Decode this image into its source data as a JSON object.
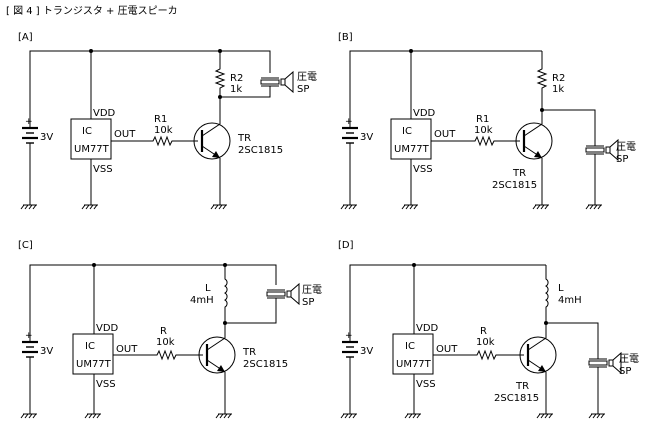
{
  "figure_title": "[ 図 4 ] トランジスタ + 圧電スピーカ",
  "circuits": [
    {
      "label": "[A]",
      "battery": "3V",
      "ic": {
        "name": "IC",
        "part": "UM77T",
        "vdd": "VDD",
        "out": "OUT",
        "vss": "VSS"
      },
      "base_resistor": {
        "name": "R1",
        "value": "10k"
      },
      "collector_resistor": {
        "name": "R2",
        "value": "1k"
      },
      "transistor": {
        "name": "TR",
        "part": "2SC1815"
      },
      "speaker": {
        "line1": "圧電",
        "line2": "SP"
      }
    },
    {
      "label": "[B]",
      "battery": "3V",
      "ic": {
        "name": "IC",
        "part": "UM77T",
        "vdd": "VDD",
        "out": "OUT",
        "vss": "VSS"
      },
      "base_resistor": {
        "name": "R1",
        "value": "10k"
      },
      "collector_resistor": {
        "name": "R2",
        "value": "1k"
      },
      "transistor": {
        "name": "TR",
        "part": "2SC1815"
      },
      "speaker": {
        "line1": "圧電",
        "line2": "SP"
      }
    },
    {
      "label": "[C]",
      "battery": "3V",
      "ic": {
        "name": "IC",
        "part": "UM77T",
        "vdd": "VDD",
        "out": "OUT",
        "vss": "VSS"
      },
      "base_resistor": {
        "name": "R",
        "value": "10k"
      },
      "inductor": {
        "name": "L",
        "value": "4mH"
      },
      "transistor": {
        "name": "TR",
        "part": "2SC1815"
      },
      "speaker": {
        "line1": "圧電",
        "line2": "SP"
      }
    },
    {
      "label": "[D]",
      "battery": "3V",
      "ic": {
        "name": "IC",
        "part": "UM77T",
        "vdd": "VDD",
        "out": "OUT",
        "vss": "VSS"
      },
      "base_resistor": {
        "name": "R",
        "value": "10k"
      },
      "inductor": {
        "name": "L",
        "value": "4mH"
      },
      "transistor": {
        "name": "TR",
        "part": "2SC1815"
      },
      "speaker": {
        "line1": "圧電",
        "line2": "SP"
      }
    }
  ]
}
